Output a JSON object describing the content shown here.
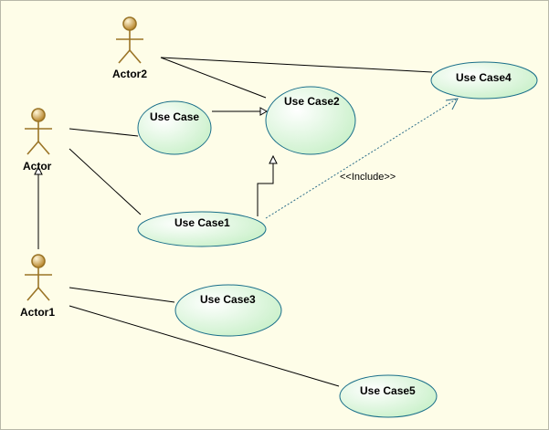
{
  "diagram": {
    "actors": [
      {
        "id": "actor2",
        "label": "Actor2"
      },
      {
        "id": "actor",
        "label": "Actor"
      },
      {
        "id": "actor1",
        "label": "Actor1"
      }
    ],
    "use_cases": [
      {
        "id": "uc",
        "label": "Use Case"
      },
      {
        "id": "uc1",
        "label": "Use Case1"
      },
      {
        "id": "uc2",
        "label": "Use Case2"
      },
      {
        "id": "uc3",
        "label": "Use Case3"
      },
      {
        "id": "uc4",
        "label": "Use Case4"
      },
      {
        "id": "uc5",
        "label": "Use Case5"
      }
    ],
    "include_label": "<<Include>>",
    "colors": {
      "background": "#fefde8",
      "use_case_fill": "#dff7d6",
      "use_case_stroke": "#1a6f8a",
      "actor_head": "#c9a24c",
      "actor_body": "#a07a2a",
      "include_line": "#2f6f8a"
    }
  }
}
